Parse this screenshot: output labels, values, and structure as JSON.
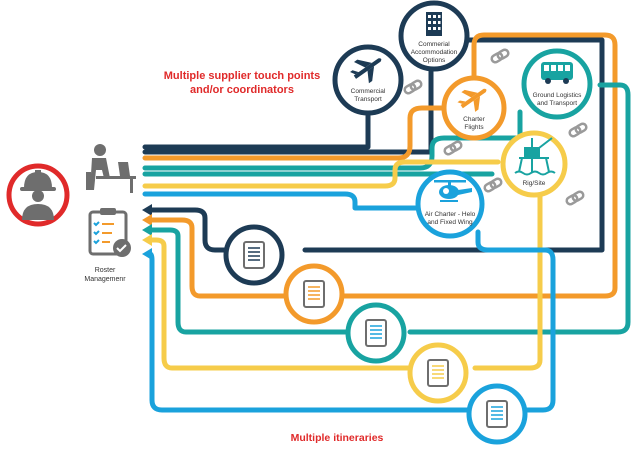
{
  "headings": {
    "top_line1": "Multiple supplier touch points",
    "top_line2": "and/or coordinators",
    "bottom": "Multiple itineraries"
  },
  "roster": {
    "line1": "Roster",
    "line2": "Managemenr"
  },
  "services": {
    "commercial_transport": {
      "line1": "Commercial",
      "line2": "Transport",
      "icon": "airplane-icon"
    },
    "commercial_accommodation": {
      "line1": "Commerial",
      "line2": "Accommodation",
      "line3": "Options",
      "icon": "building-icon"
    },
    "charter_flights": {
      "line1": "Charter",
      "line2": "Flights",
      "icon": "airplane-icon"
    },
    "ground_logistics": {
      "line1": "Ground Logistics",
      "line2": "and Transport",
      "icon": "bus-icon"
    },
    "rig_site": {
      "line1": "Rig/Site",
      "icon": "oil-rig-icon"
    },
    "air_charter": {
      "line1": "Air Charter - Helo",
      "line2": "and Fixed Wing",
      "icon": "helicopter-icon"
    }
  },
  "colors": {
    "navy": "#1d3b55",
    "orange": "#f39a2b",
    "teal": "#18a3a1",
    "yellow": "#f6cc4a",
    "blue": "#1aa2dc",
    "red": "#e02a2a",
    "grey": "#6e6e6e"
  }
}
